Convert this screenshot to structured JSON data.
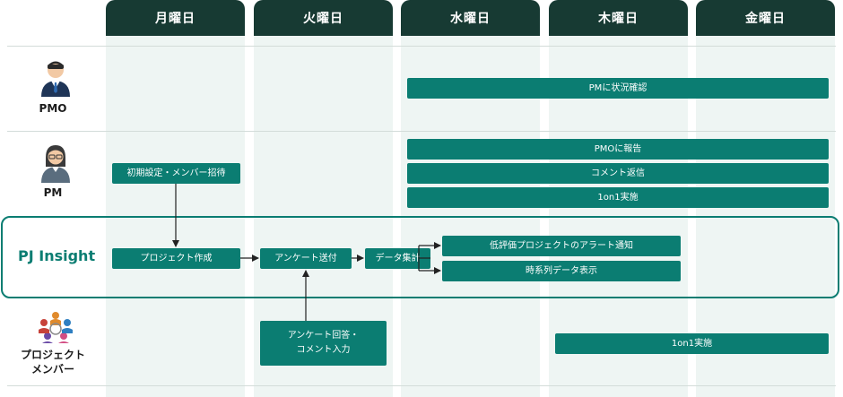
{
  "days": [
    "月曜日",
    "火曜日",
    "水曜日",
    "木曜日",
    "金曜日"
  ],
  "roles": {
    "pmo": "PMO",
    "pm": "PM",
    "pj_insight": "PJ Insight",
    "member_line1": "プロジェクト",
    "member_line2": "メンバー"
  },
  "tasks": {
    "pmo_check": "PMに状況確認",
    "pm_report": "PMOに報告",
    "pm_comment_reply": "コメント返信",
    "pm_1on1": "1on1実施",
    "pm_initial_setup": "初期設定・メンバー招待",
    "pj_create": "プロジェクト作成",
    "pj_survey_send": "アンケート送付",
    "pj_aggregate": "データ集計",
    "pj_alert": "低評価プロジェクトのアラート通知",
    "pj_timeseries": "時系列データ表示",
    "member_answer_line1": "アンケート回答・",
    "member_answer_line2": "コメント入力",
    "member_1on1": "1on1実施"
  },
  "colors": {
    "header": "#173a33",
    "accent": "#0b7d72",
    "column_bg": "#eef5f3"
  }
}
